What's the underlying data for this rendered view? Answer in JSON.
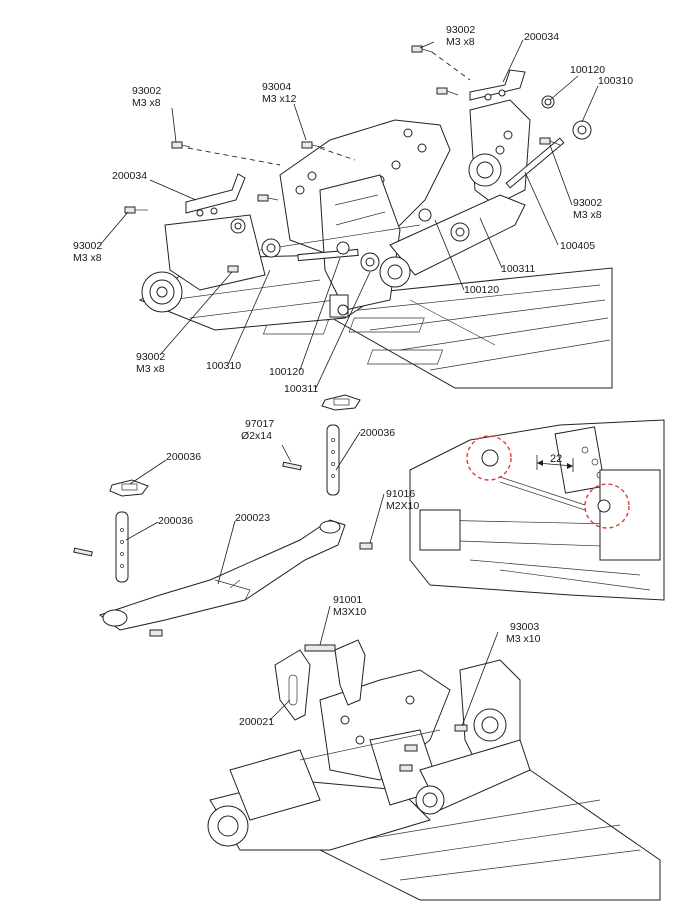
{
  "callouts": {
    "c1": {
      "code": "93002",
      "spec": "M3 x8"
    },
    "c2": {
      "code": "200034"
    },
    "c3": {
      "code": "100120"
    },
    "c4": {
      "code": "100310"
    },
    "c5": {
      "code": "93002",
      "spec": "M3 x8"
    },
    "c6": {
      "code": "93004",
      "spec": "M3 x12"
    },
    "c7": {
      "code": "200034"
    },
    "c8": {
      "code": "93002",
      "spec": "M3 x8"
    },
    "c9": {
      "code": "93002",
      "spec": "M3 x8"
    },
    "c10": {
      "code": "100405"
    },
    "c11": {
      "code": "100311"
    },
    "c12": {
      "code": "100120"
    },
    "c13": {
      "code": "93002",
      "spec": "M3 x8"
    },
    "c14": {
      "code": "100310"
    },
    "c15": {
      "code": "100120"
    },
    "c16": {
      "code": "100311"
    },
    "c17": {
      "code": "97017",
      "spec": "Ø2x14"
    },
    "c18": {
      "code": "200036"
    },
    "c19": {
      "code": "200036"
    },
    "c20": {
      "code": "91016",
      "spec": "M2X10"
    },
    "c21": {
      "code": "200036"
    },
    "c22": {
      "code": "200023"
    },
    "c23": {
      "code": "91001",
      "spec": "M3X10"
    },
    "c24": {
      "code": "93003",
      "spec": "M3 x10"
    },
    "c25": {
      "code": "200021"
    }
  },
  "dimension": {
    "value": "22"
  },
  "colors": {
    "highlight": "#e53935",
    "line": "#222222"
  }
}
